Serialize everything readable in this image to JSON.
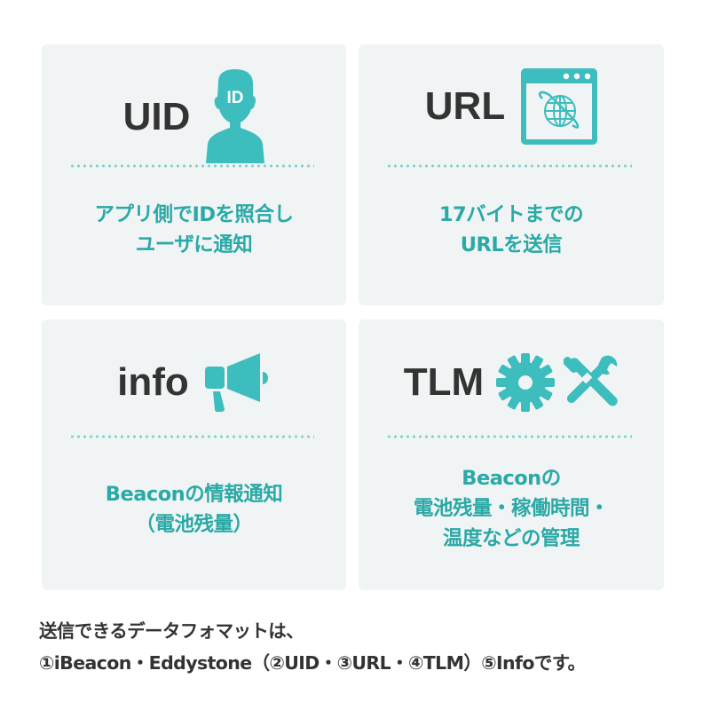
{
  "colors": {
    "accent": "#3dbdbd",
    "accent_text": "#2aa9a6",
    "title_text": "#333333",
    "card_bg": "#f0f4f5",
    "dot": "#7fd0cf",
    "page_bg": "#ffffff"
  },
  "cards": [
    {
      "title": "UID",
      "icon": "user-id-icon",
      "icon_badge": "ID",
      "desc_lines": [
        "アプリ側でIDを照合し",
        "ユーザに通知"
      ]
    },
    {
      "title": "URL",
      "icon": "browser-globe-icon",
      "desc_lines": [
        "17バイトまでの",
        "URLを送信"
      ]
    },
    {
      "title": "info",
      "icon": "megaphone-icon",
      "desc_lines": [
        "Beaconの情報通知",
        "（電池残量）"
      ]
    },
    {
      "title": "TLM",
      "icon": "gear-and-tools-icon",
      "desc_lines": [
        "Beaconの",
        "電池残量・稼働時間・",
        "温度などの管理"
      ]
    }
  ],
  "footer": {
    "lines": [
      "送信できるデータフォマットは、",
      "①iBeacon・Eddystone（②UID・③URL・④TLM）⑤Infoです。"
    ]
  }
}
